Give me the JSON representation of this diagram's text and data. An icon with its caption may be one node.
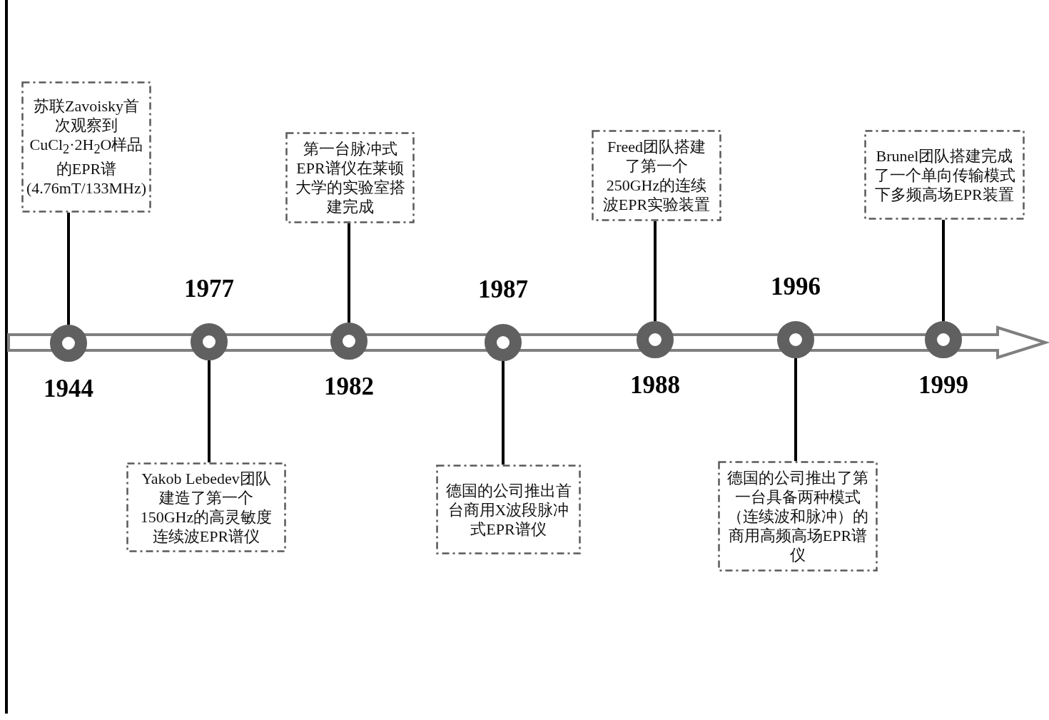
{
  "diagram": {
    "nodes": [
      {
        "text": [
          "苏联Zavoisky首次观察到CuCl$_{2}$·2H$_{2}$O样品的EPR谱(4.76mT/133MHz)"
        ]
      },
      {
        "text": [
          "Yakob Lebedev团队建造了第一个150GHz的高灵敏度连续波EPR谱仪"
        ]
      },
      {
        "text": [
          "第一台脉冲式EPR谱仪在莱顿大学的实验室搭建完成"
        ]
      },
      {
        "text": [
          "德国的公司推出首台商用X波段脉冲式EPR谱仪"
        ]
      },
      {
        "text": [
          "Freed团队搭建了第一个250GHz的连续波EPR实验装置"
        ]
      },
      {
        "text": [
          "德国的公司推出了第一台具备两种模式（连续波和脉冲）的商用高频高场EPR谱仪"
        ]
      },
      {
        "text": [
          "Brunel团队搭建完成了一个单向传输模式下多频高场EPR装置"
        ]
      },
      {
        "text": [],
        "shape": "circle",
        "beside": [
          "1944"
        ]
      },
      {
        "text": [],
        "shape": "circle",
        "beside": [
          "1977"
        ]
      },
      {
        "text": [],
        "shape": "circle",
        "beside": [
          "1982"
        ]
      },
      {
        "text": [],
        "shape": "circle",
        "beside": [
          "1987"
        ]
      },
      {
        "text": [],
        "shape": "circle",
        "beside": [
          "1988"
        ]
      },
      {
        "text": [],
        "shape": "circle",
        "beside": [
          "1996"
        ]
      },
      {
        "text": [],
        "shape": "circle",
        "beside": [
          "1999"
        ]
      }
    ],
    "edges": [
      {
        "from": 0,
        "to": 7,
        "arrow": "none"
      },
      {
        "from": 1,
        "to": 8,
        "arrow": "none"
      },
      {
        "from": 2,
        "to": 9,
        "arrow": "none"
      },
      {
        "from": 3,
        "to": 10,
        "arrow": "none"
      },
      {
        "from": 4,
        "to": 11,
        "arrow": "none"
      },
      {
        "from": 5,
        "to": 12,
        "arrow": "none"
      },
      {
        "from": 6,
        "to": 13,
        "arrow": "none"
      }
    ]
  }
}
